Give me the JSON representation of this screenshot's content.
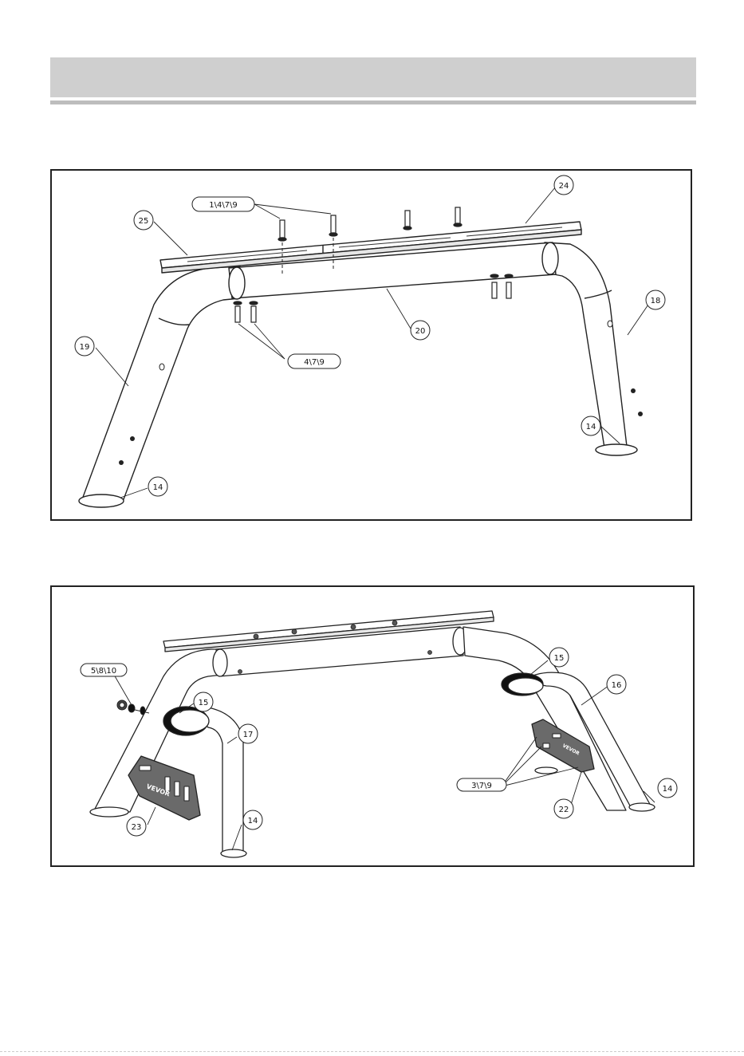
{
  "header": {
    "title": ""
  },
  "figure1": {
    "callouts": [
      {
        "id": "c1",
        "label": "1\\4\\7\\9"
      },
      {
        "id": "c2",
        "label": "25"
      },
      {
        "id": "c3",
        "label": "24"
      },
      {
        "id": "c4",
        "label": "18"
      },
      {
        "id": "c5",
        "label": "19"
      },
      {
        "id": "c6",
        "label": "20"
      },
      {
        "id": "c7",
        "label": "4\\7\\9"
      },
      {
        "id": "c8",
        "label": "14"
      },
      {
        "id": "c9",
        "label": "14"
      }
    ]
  },
  "figure2": {
    "callouts": [
      {
        "id": "d1",
        "label": "5\\8\\10"
      },
      {
        "id": "d2",
        "label": "15"
      },
      {
        "id": "d3",
        "label": "15"
      },
      {
        "id": "d4",
        "label": "16"
      },
      {
        "id": "d5",
        "label": "17"
      },
      {
        "id": "d6",
        "label": "3\\7\\9"
      },
      {
        "id": "d7",
        "label": "22"
      },
      {
        "id": "d8",
        "label": "14"
      },
      {
        "id": "d9",
        "label": "23"
      },
      {
        "id": "d10",
        "label": "14"
      }
    ],
    "plate_text": "VEVOR"
  }
}
